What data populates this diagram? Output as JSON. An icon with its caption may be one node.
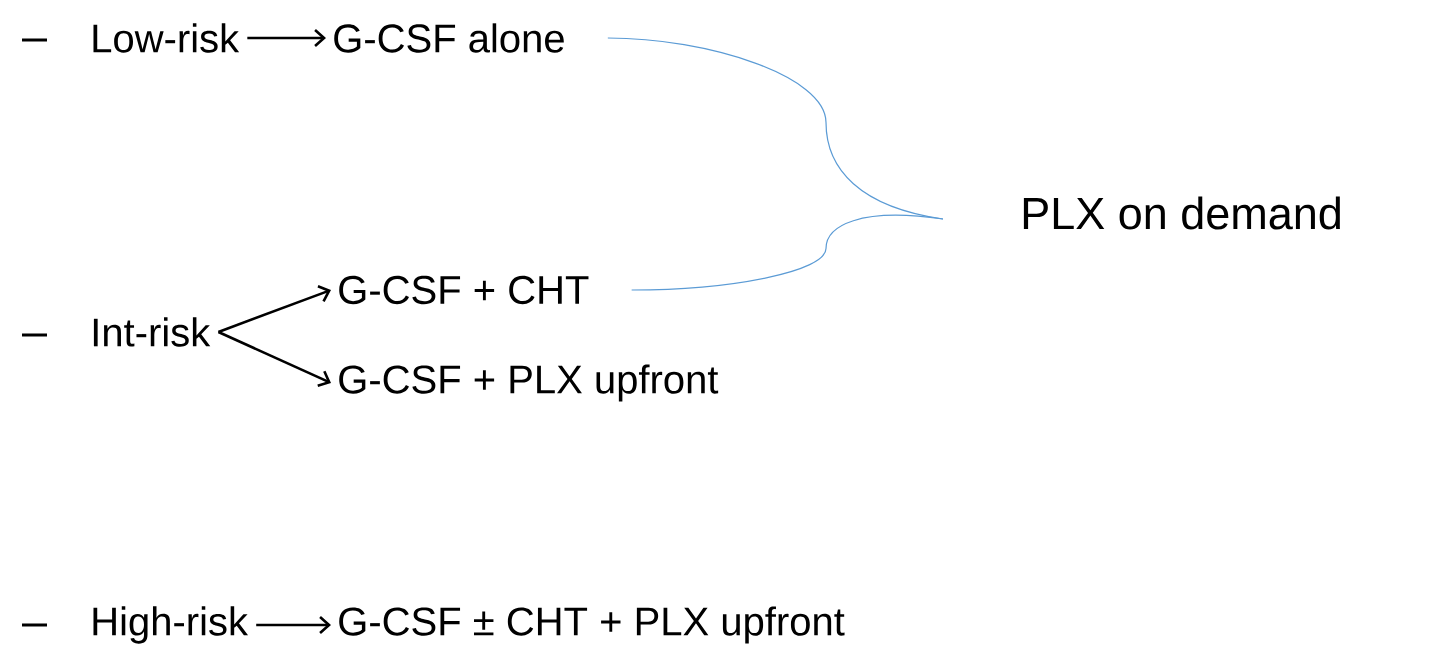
{
  "diagram": {
    "nodes": [
      {
        "text": [
          "Low-risk"
        ]
      },
      {
        "text": [
          "G-CSF alone"
        ]
      },
      {
        "text": [
          "Int-risk"
        ]
      },
      {
        "text": [
          "G-CSF + CHT"
        ]
      },
      {
        "text": [
          "G-CSF + PLX upfront"
        ]
      },
      {
        "text": [
          "High-risk"
        ]
      },
      {
        "text": [
          "G-CSF ± CHT + PLX upfront"
        ]
      },
      {
        "text": [
          "PLX on demand"
        ]
      }
    ],
    "edges": [
      {
        "from": 0,
        "to": 1,
        "arrow": "to"
      },
      {
        "from": 2,
        "to": 3,
        "arrow": "to"
      },
      {
        "from": 2,
        "to": 4,
        "arrow": "to"
      },
      {
        "from": 5,
        "to": 6,
        "arrow": "to"
      },
      {
        "from": 1,
        "to": 7,
        "arrow": "none",
        "color": "#5b9bd5"
      },
      {
        "from": 3,
        "to": 7,
        "arrow": "none",
        "color": "#5b9bd5"
      }
    ]
  }
}
